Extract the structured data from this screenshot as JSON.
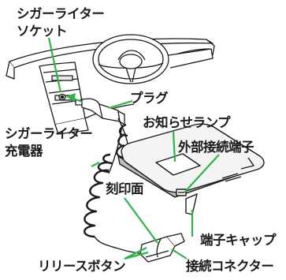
{
  "labels": {
    "cigar_socket_line1": "シガーライター",
    "cigar_socket_line2": "ソケット",
    "plug": "プラグ",
    "indicator_lamp": "お知らせランプ",
    "cigar_charger_line1": "シガーライター",
    "cigar_charger_line2": "充電器",
    "external_connector": "外部接続端子",
    "engraved_face": "刻印面",
    "terminal_cap": "端子キャップ",
    "release_button": "リリースボタン",
    "connector": "接続コネクター"
  },
  "colors": {
    "callout_line": "#2db34a",
    "callout_arrow": "#2db34a",
    "outline": "#1a1a1a",
    "phone_body": "#f4f4f4",
    "cable": "#1a1a1a"
  }
}
